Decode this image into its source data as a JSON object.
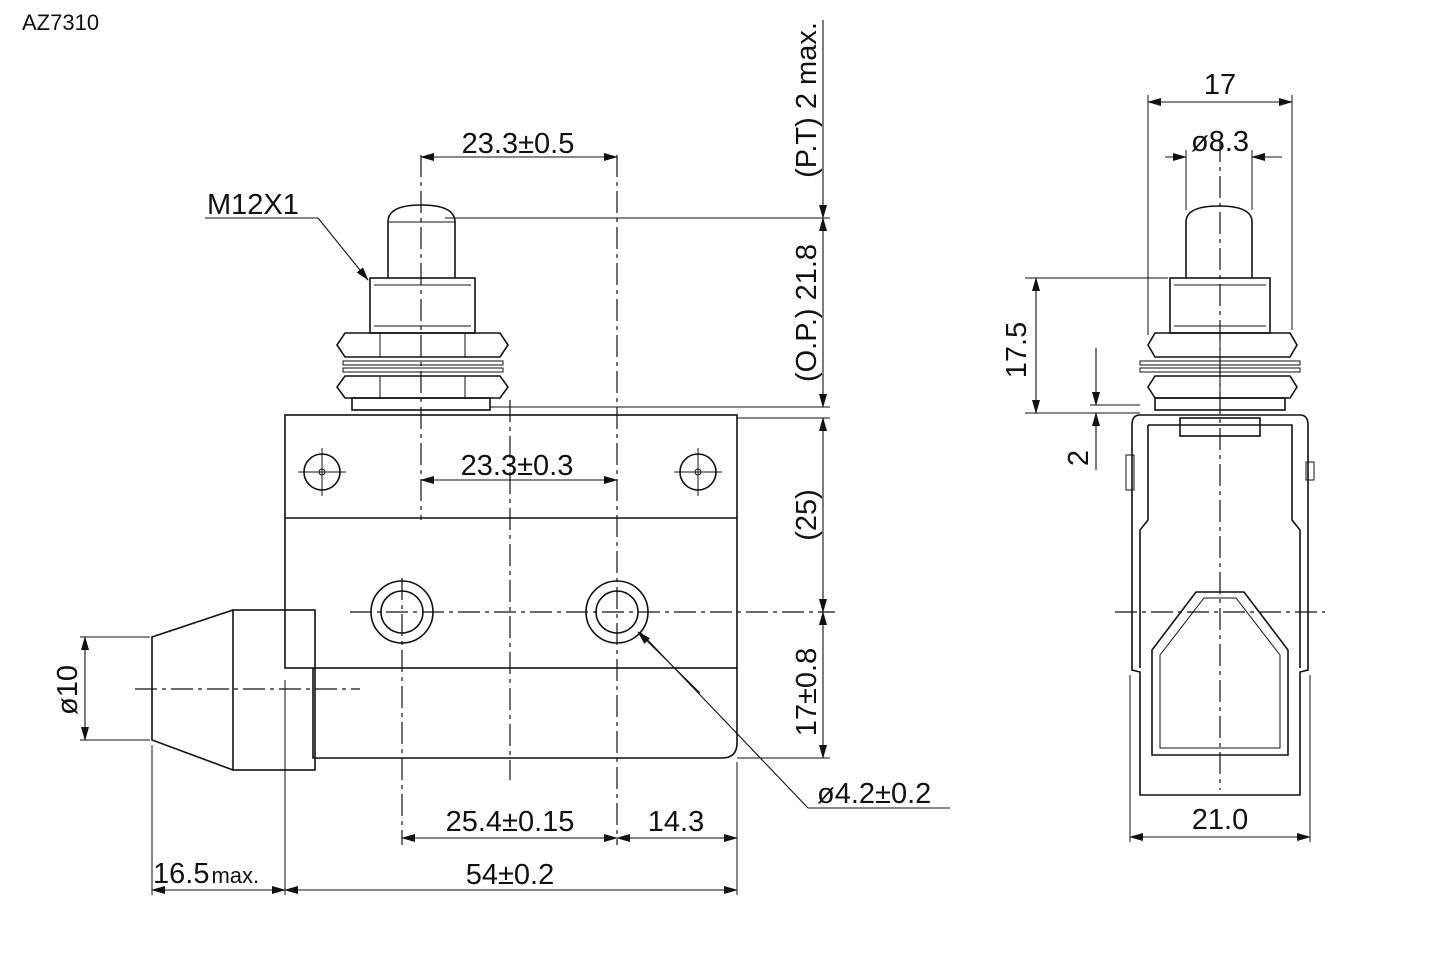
{
  "part_number": "AZ7310",
  "front_view": {
    "thread": "M12X1",
    "plunger_offset_top": "23.3±0.5",
    "plunger_offset_mid": "23.3±0.3",
    "pretravel": "(P.T) 2 max.",
    "operating_position": "(O.P.) 21.8",
    "body_height_ref": "(25)",
    "hole_height": "17±0.8",
    "cable_diameter": "ø10",
    "hole_diameter": "ø4.2±0.2",
    "hole_pitch": "25.4±0.15",
    "hole_to_edge": "14.3",
    "cable_gland_length": "16.5",
    "cable_gland_suffix": "max.",
    "body_length": "54±0.2"
  },
  "side_view": {
    "nut_width": "17",
    "plunger_diameter": "ø8.3",
    "thread_height": "17.5",
    "washer_gap": "2",
    "body_width": "21.0"
  }
}
